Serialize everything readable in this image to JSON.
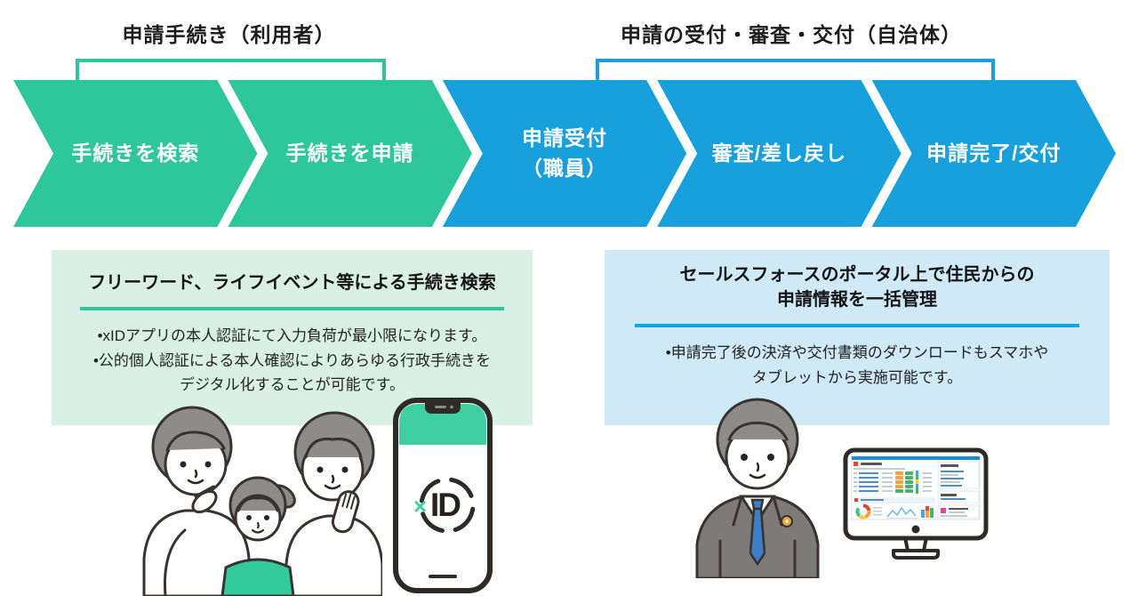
{
  "colors": {
    "step_green": "#2ec79b",
    "step_blue": "#18a0dd",
    "panel_light_green": "#d9f0e6",
    "panel_light_blue": "#cfe9f7",
    "divider_green": "#2ec79b",
    "divider_blue": "#12a3e4",
    "step_text": "#ffffff",
    "heading_text": "#1c1c1c"
  },
  "sections": {
    "left_header": "申請手続き（利用者）",
    "right_header": "申請の受付・審査・交付（自治体）"
  },
  "steps": [
    {
      "label": "手続きを検索",
      "color": "green"
    },
    {
      "label": "手続きを申請",
      "color": "green"
    },
    {
      "label_line1": "申請受付",
      "label_line2": "（職員）",
      "color": "blue"
    },
    {
      "label": "審査/差し戻し",
      "color": "blue"
    },
    {
      "label": "申請完了/交付",
      "color": "blue"
    }
  ],
  "left_panel": {
    "title": "フリーワード、ライフイベント等による手続き検索",
    "bullet_lines": [
      "•xIDアプリの本人認証にて入力負荷が最小限になります。",
      "•公的個人認証による本人確認によりあらゆる行政手続きを",
      "デジタル化することが可能です。"
    ]
  },
  "right_panel": {
    "title_line1": "セールスフォースのポータル上で住民からの",
    "title_line2": "申請情報を一括管理",
    "bullet_lines": [
      "•申請完了後の決済や交付書類のダウンロードもスマホや",
      "タブレットから実施可能です。"
    ]
  },
  "illustrations": {
    "family": "family-illustration",
    "phone": "xid-smartphone-illustration",
    "phone_logo_x": "×",
    "phone_logo_id": "ID",
    "officer": "government-official-illustration",
    "monitor": "salesforce-dashboard-monitor-illustration"
  }
}
